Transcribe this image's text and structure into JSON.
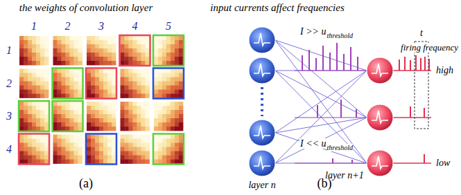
{
  "diagram": {
    "labels": [
      "the weights of convolution layer",
      "1",
      "2",
      "3",
      "4",
      "5",
      "1",
      "2",
      "3",
      "4",
      "(a)",
      "input currents affect frequencies",
      "I >> u",
      "threshold",
      "t",
      "firing frequency",
      "high",
      "I << u",
      "threshold",
      "low",
      "layer n",
      "layer n+1",
      "(b)"
    ]
  }
}
